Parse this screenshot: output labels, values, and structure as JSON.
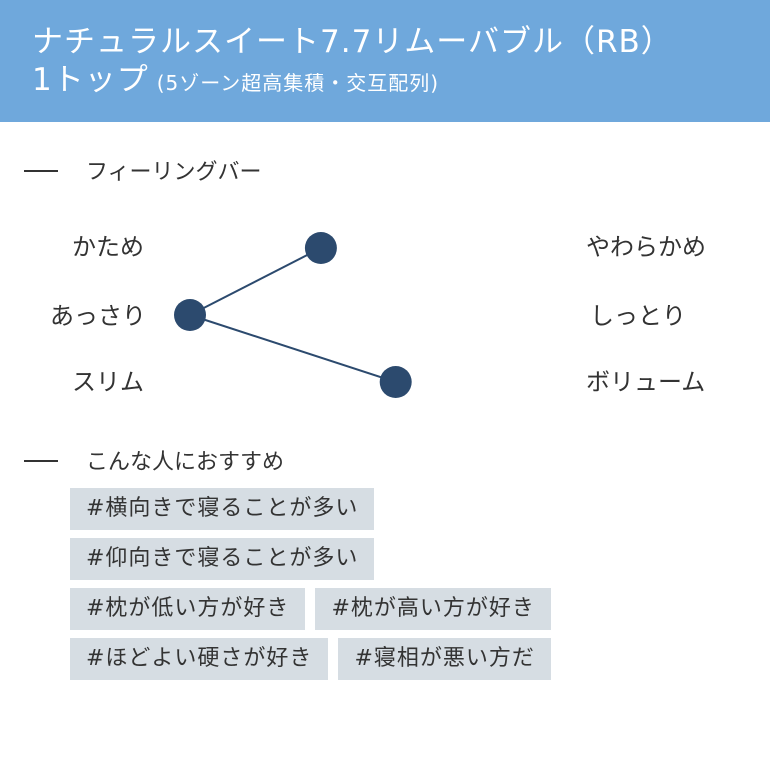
{
  "header": {
    "title_line1": "ナチュラルスイート7.7リムーバブル（RB）",
    "title_line2": "1トップ",
    "title_sub": "(5ゾーン超高集積・交互配列)"
  },
  "feeling": {
    "heading": "フィーリングバー",
    "rows": [
      {
        "left": "かため",
        "right": "やわらかめ",
        "level": 0.35
      },
      {
        "left": "あっさり",
        "right": "しっとり",
        "level": 0.0
      },
      {
        "left": "スリム",
        "right": "ボリューム",
        "level": 0.55
      }
    ]
  },
  "recommend": {
    "heading": "こんな人におすすめ",
    "tags": [
      [
        "#横向きで寝ることが多い"
      ],
      [
        "#仰向きで寝ることが多い"
      ],
      [
        "#枕が低い方が好き",
        "#枕が高い方が好き"
      ],
      [
        "#ほどよい硬さが好き",
        "#寝相が悪い方だ"
      ]
    ]
  },
  "colors": {
    "header_bg": "#6fa8dc",
    "bar_start": "#1da1e0",
    "bar_end": "#8ecb76",
    "marker": "#2c4a6e",
    "tag_bg": "#d6dde3"
  }
}
